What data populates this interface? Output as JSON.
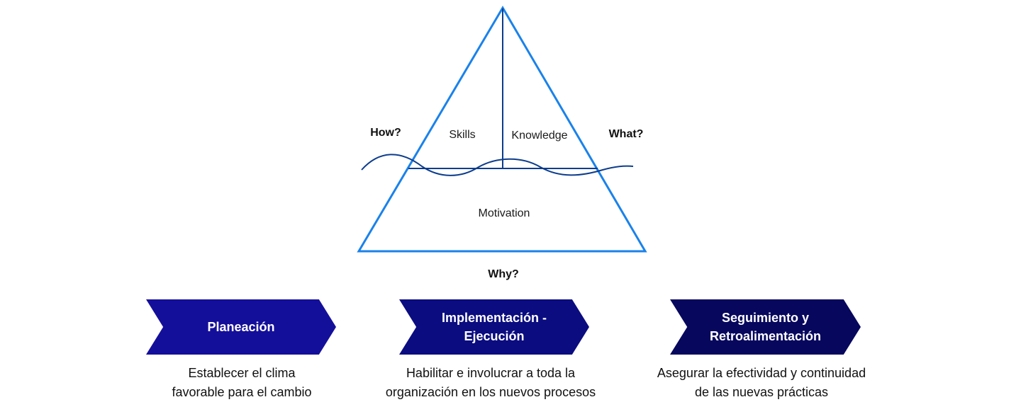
{
  "pyramid": {
    "labels": {
      "skills": "Skills",
      "knowledge": "Knowledge",
      "motivation": "Motivation",
      "how": "How?",
      "what": "What?",
      "why": "Why?"
    },
    "colors": {
      "triangle": "#1a82ea",
      "lines": "#0d3d8c"
    }
  },
  "steps": [
    {
      "label": "Planeación",
      "description": "Establecer el clima\nfavorable para el cambio",
      "color": "#140f9a"
    },
    {
      "label": "Implementación -\nEjecución",
      "description": "Habilitar e involucrar a toda la\norganización en los nuevos procesos",
      "color": "#0b0c80"
    },
    {
      "label": "Seguimiento y\nRetroalimentación",
      "description": "Asegurar la efectividad y continuidad\nde las nuevas prácticas",
      "color": "#07075e"
    }
  ]
}
